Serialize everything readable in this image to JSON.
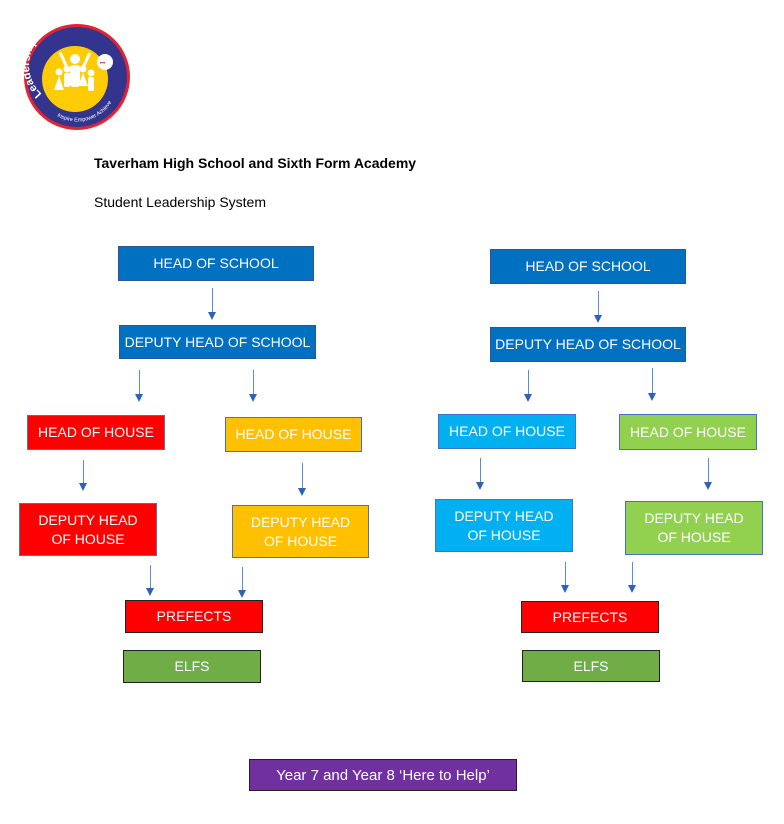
{
  "logo": {
    "text_top": "Leadership",
    "text_bottom": "Inspire Empower Achieve"
  },
  "header": {
    "title": "Taverham High School and Sixth Form Academy",
    "subtitle": "Student Leadership System"
  },
  "left_chart": {
    "head_of_school": "HEAD OF SCHOOL",
    "deputy_head_of_school": "DEPUTY HEAD OF SCHOOL",
    "head_of_house_1": "HEAD OF HOUSE",
    "head_of_house_2": "HEAD OF HOUSE",
    "deputy_head_of_house_1": "DEPUTY HEAD OF HOUSE",
    "deputy_head_of_house_2": "DEPUTY HEAD OF HOUSE",
    "prefects": "PREFECTS",
    "elfs": "ELFS"
  },
  "right_chart": {
    "head_of_school": "HEAD OF SCHOOL",
    "deputy_head_of_school": "DEPUTY HEAD OF SCHOOL",
    "head_of_house_1": "HEAD OF HOUSE",
    "head_of_house_2": "HEAD OF HOUSE",
    "deputy_head_of_house_1": "DEPUTY HEAD OF HOUSE",
    "deputy_head_of_house_2": "DEPUTY HEAD OF HOUSE",
    "prefects": "PREFECTS",
    "elfs": "ELFS"
  },
  "footer": {
    "here_to_help": "Year 7 and Year 8 ‘Here to Help’"
  },
  "colors": {
    "blue": "#0070C0",
    "red": "#FF0000",
    "yellow": "#FFC000",
    "cyan": "#00B0F0",
    "green": "#92D050",
    "elfs": "#70AD47",
    "purple": "#7030A0"
  }
}
